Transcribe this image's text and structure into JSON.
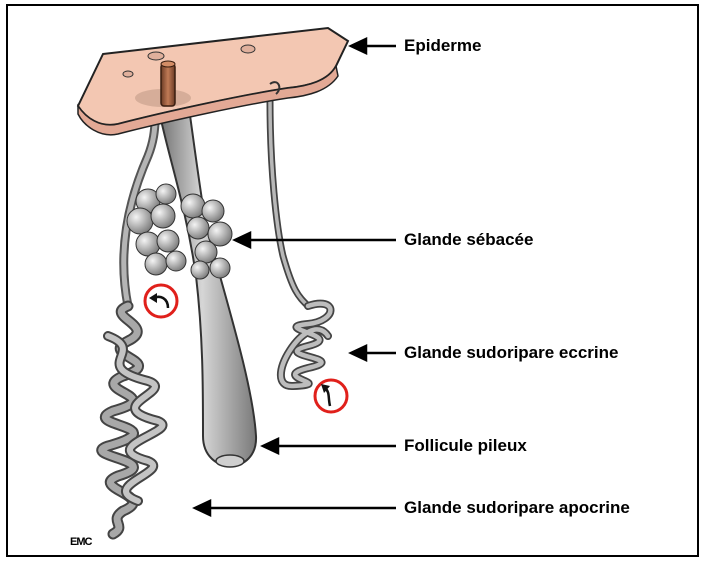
{
  "labels": {
    "epiderme": "Epiderme",
    "glande_sebacee": "Glande sébacée",
    "glande_eccrine": "Glande sudoripare eccrine",
    "follicule": "Follicule pileux",
    "glande_apocrine": "Glande sudoripare apocrine"
  },
  "publisher_mark": "EMC",
  "colors": {
    "skin": "#f3c7b2",
    "gland_gray": "#9a9a9a",
    "circle_red": "#e0201b",
    "hair": "#9a5b3c"
  },
  "icons": [
    "curved-arrow-icon",
    "curved-arrow-icon"
  ]
}
